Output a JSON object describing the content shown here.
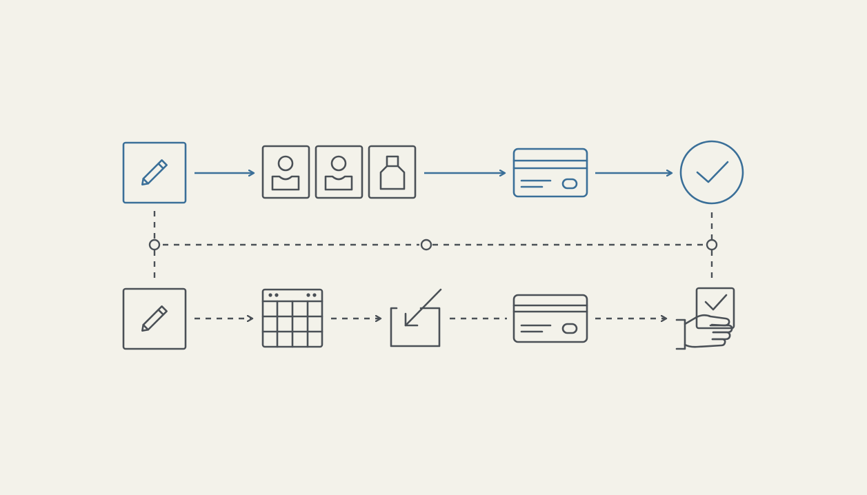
{
  "colors": {
    "background": "#f3f2ea",
    "primary_flow": "#3a6f98",
    "secondary_flow": "#4a5056"
  },
  "rows": [
    {
      "id": "primary",
      "line_style": "solid",
      "color": "#3a6f98",
      "nodes": [
        {
          "icon": "pencil-icon"
        },
        {
          "icon": "user-profile-icon"
        },
        {
          "icon": "user-profile-icon"
        },
        {
          "icon": "bottle-icon"
        },
        {
          "icon": "credit-card-icon"
        },
        {
          "icon": "check-circle-icon"
        }
      ]
    },
    {
      "id": "secondary",
      "line_style": "dashed",
      "color": "#4a5056",
      "nodes": [
        {
          "icon": "pencil-icon"
        },
        {
          "icon": "calendar-grid-icon"
        },
        {
          "icon": "arrow-into-box-icon"
        },
        {
          "icon": "credit-card-icon"
        },
        {
          "icon": "hand-holding-checklist-icon"
        }
      ]
    }
  ],
  "connectors": {
    "type": "dashed",
    "junctions": 3
  }
}
